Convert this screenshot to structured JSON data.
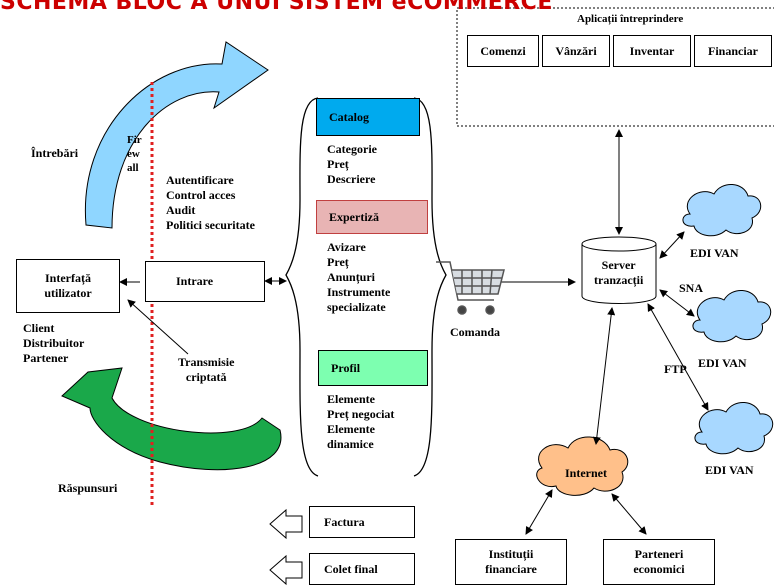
{
  "title": "SCHEMA BLOC A UNUI SISTEM eCOMMERCE",
  "colors": {
    "title": "#cc0000",
    "firewall": "#e02020",
    "catalog": "#00aaee",
    "expertiza": "#e8b4b4",
    "profil": "#7dffb0",
    "request_arrow": "#8fd6ff",
    "response_arrow": "#1aa84a",
    "cloud_van": "#a8d8ff",
    "cloud_internet": "#ffc08a"
  },
  "enterprise": {
    "title": "Aplicații întreprindere",
    "apps": [
      "Comenzi",
      "Vânzări",
      "Inventar",
      "Financiar"
    ]
  },
  "left": {
    "intrebari": "Întrebări",
    "firewall": "Fir\new\nall",
    "security": "Autentificare\nControl acces\nAudit\nPolitici securitate",
    "interface": "Interfață\nutilizator",
    "users": "Client\nDistribuitor\nPartener",
    "intrare": "Intrare",
    "transmisie": "Transmisie\ncriptată",
    "raspunsuri": "Răspunsuri"
  },
  "catalog": {
    "header": "Catalog",
    "items": "Categorie\nPreț\nDescriere"
  },
  "expertiza": {
    "header": "Expertiză",
    "items": "Avizare\nPreț\nAnunțuri\nInstrumente\nspecializate"
  },
  "profil": {
    "header": "Profil",
    "items": "Elemente\nPreț negociat\nElemente\ndinamice"
  },
  "comanda": "Comanda",
  "server": "Server\ntranzacții",
  "edi": [
    "EDI VAN",
    "EDI VAN",
    "EDI VAN"
  ],
  "sna": "SNA",
  "ftp": "FTP",
  "internet": "Internet",
  "institutii": "Instituții\nfinanciare",
  "parteneri": "Parteneri\neconomici",
  "factura": "Factura",
  "colet": "Colet final"
}
